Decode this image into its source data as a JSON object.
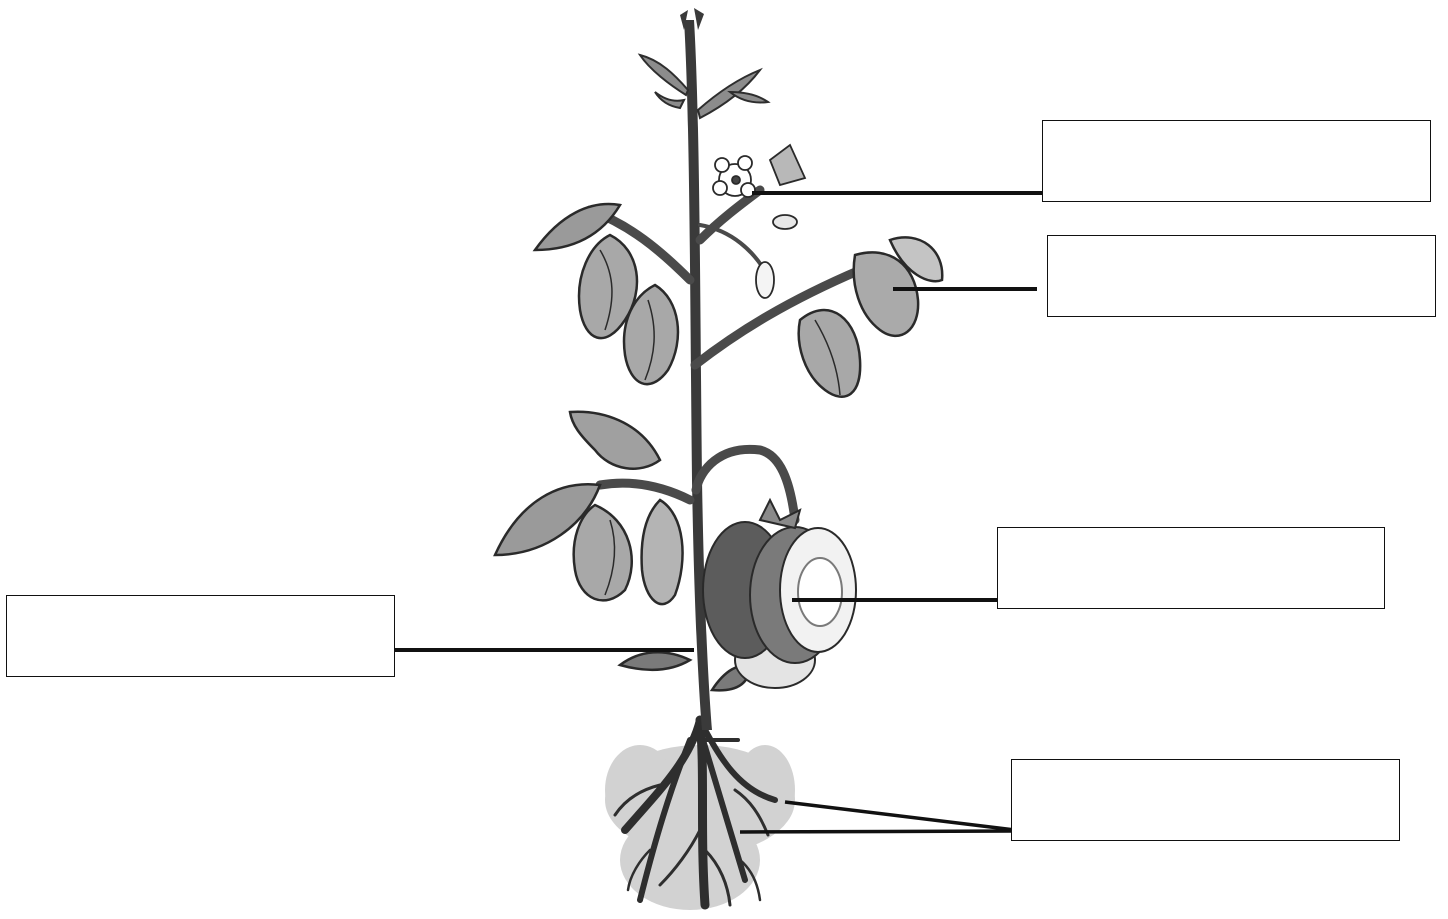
{
  "diagram": {
    "labels": [
      {
        "id": "flower",
        "text": ""
      },
      {
        "id": "leaf",
        "text": ""
      },
      {
        "id": "fruit",
        "text": ""
      },
      {
        "id": "stem",
        "text": ""
      },
      {
        "id": "root",
        "text": ""
      }
    ],
    "colors": {
      "ink": "#111111",
      "stem": "#3a3a3a",
      "leaf_fill": "#a8a8a8",
      "leaf_shade": "#d4d4d4",
      "fruit_dark": "#5a5a5a",
      "fruit_mid": "#777777",
      "fruit_light": "#e6e6e6",
      "root_halo": "#c8c8c8",
      "background": "#ffffff"
    }
  }
}
